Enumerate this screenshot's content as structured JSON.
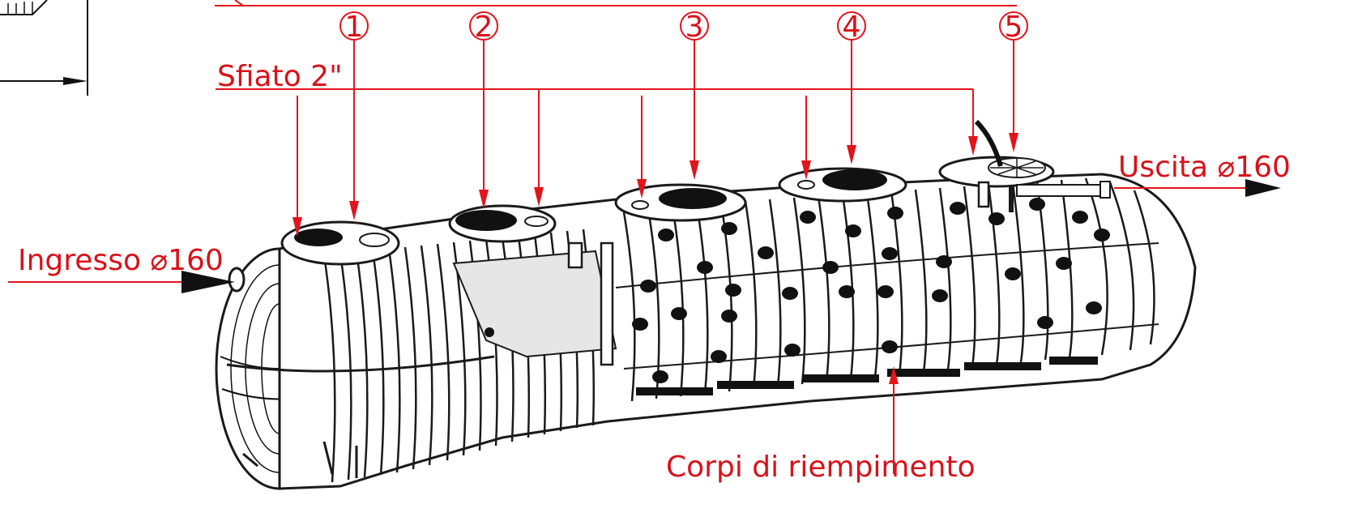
{
  "labels": {
    "sfiato": "Sfiato 2\"",
    "ingresso": "Ingresso ⌀160",
    "uscita": "Uscita ⌀160",
    "corpi": "Corpi di riempimento"
  },
  "numbers": [
    "1",
    "2",
    "3",
    "4",
    "5"
  ],
  "colors": {
    "annotation": "#e2141c",
    "drawing": "#111111",
    "background": "#ffffff"
  }
}
